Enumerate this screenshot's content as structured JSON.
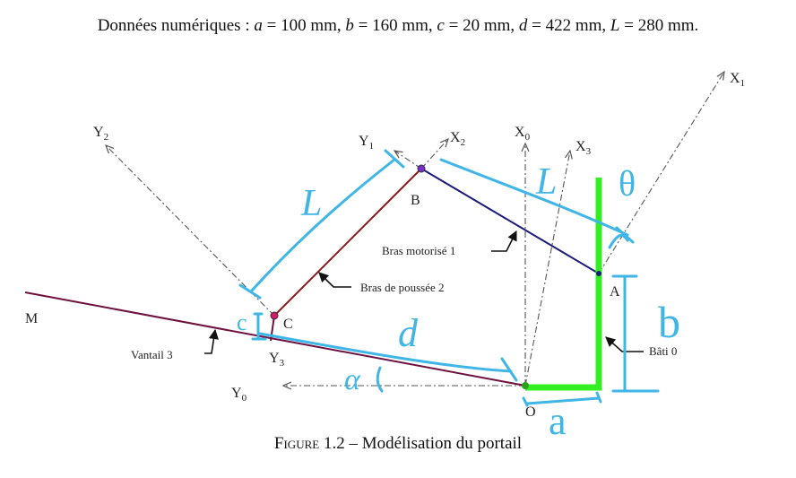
{
  "header": {
    "prefix": "Données numériques : ",
    "items": [
      {
        "var": "a",
        "value": "100 mm"
      },
      {
        "var": "b",
        "value": "160 mm"
      },
      {
        "var": "c",
        "value": "20 mm"
      },
      {
        "var": "d",
        "value": "422 mm"
      },
      {
        "var": "L",
        "value": "280 mm"
      }
    ]
  },
  "caption": {
    "figure": "Figure 1.2",
    "dash": " – ",
    "title": "Modélisation du portail"
  },
  "labels": {
    "X1": "X",
    "X1_sub": "1",
    "Y1": "Y",
    "Y1_sub": "1",
    "X2": "X",
    "X2_sub": "2",
    "Y2": "Y",
    "Y2_sub": "2",
    "X0": "X",
    "X0_sub": "0",
    "Y0": "Y",
    "Y0_sub": "0",
    "X3": "X",
    "X3_sub": "3",
    "Y3": "Y",
    "Y3_sub": "3",
    "B": "B",
    "A": "A",
    "C": "C",
    "O": "O",
    "M": "M",
    "bras_motorise": "Bras motorisé 1",
    "bras_poussee": "Bras de poussée 2",
    "vantail": "Vantail 3",
    "bati": "Bâti 0"
  },
  "handwritten": {
    "L1": "L",
    "L2": "L",
    "theta": "θ",
    "b": "b",
    "d": "d",
    "c": "c",
    "alpha": "α",
    "a": "a"
  },
  "colors": {
    "annotation": "#3fb6e6",
    "bati": "#33ee22",
    "arm1": "#1c1c7a",
    "arm2": "#8b1a1a",
    "vantail": "#6e1040",
    "axes": "#555555"
  }
}
